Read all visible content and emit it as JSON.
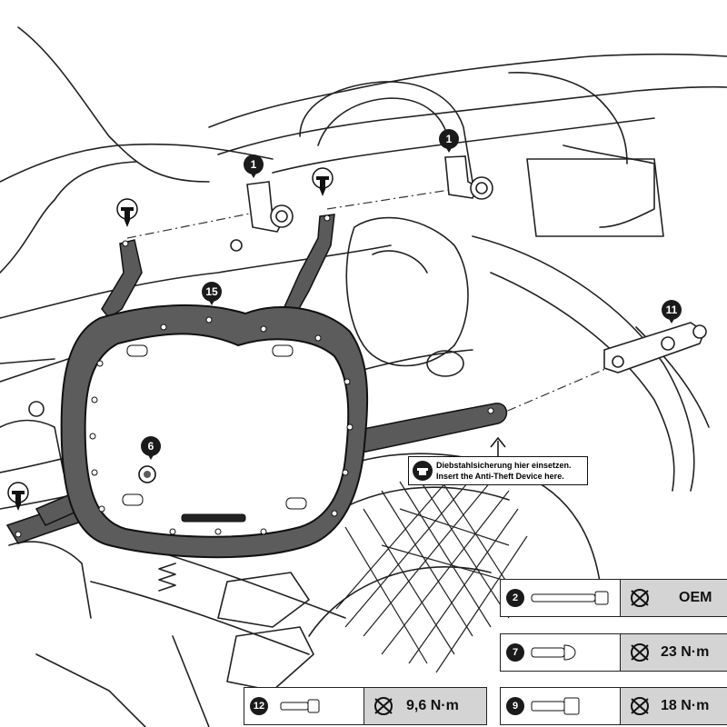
{
  "callouts": {
    "c1a": "1",
    "c1b": "1",
    "c15": "15",
    "c6": "6",
    "c11": "11"
  },
  "notice": {
    "line1": "Diebstahlsicherung hier einsetzen.",
    "line2": "Insert the Anti-Theft Device here."
  },
  "torque_table": [
    {
      "part": "2",
      "value": "OEM"
    },
    {
      "part": "7",
      "value": "23 N·m"
    },
    {
      "part": "9",
      "value": "18 N·m"
    },
    {
      "part": "12",
      "value": "9,6 N·m"
    }
  ],
  "icons": [
    "lock-icon",
    "anti-theft-icon",
    "torque-wrench-icon",
    "bolt-icon",
    "callout-marker"
  ]
}
